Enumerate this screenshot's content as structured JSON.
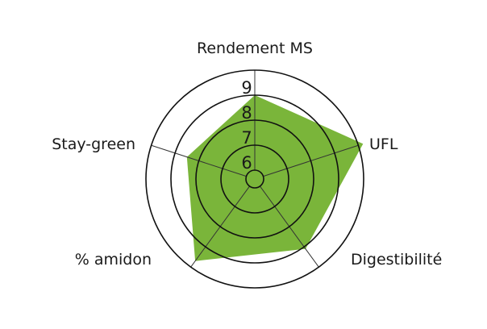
{
  "chart_data": {
    "type": "radar",
    "title": "",
    "axes": [
      "Rendement MS",
      "UFL",
      "Digestibilité",
      "% amidon",
      "Stay-green"
    ],
    "ticks": [
      6,
      7,
      8,
      9
    ],
    "range": [
      5,
      9
    ],
    "values": [
      8.0,
      9.2,
      8.1,
      8.7,
      7.5
    ],
    "colors": {
      "fill": "#7ab53a",
      "stroke": "#111111"
    }
  }
}
